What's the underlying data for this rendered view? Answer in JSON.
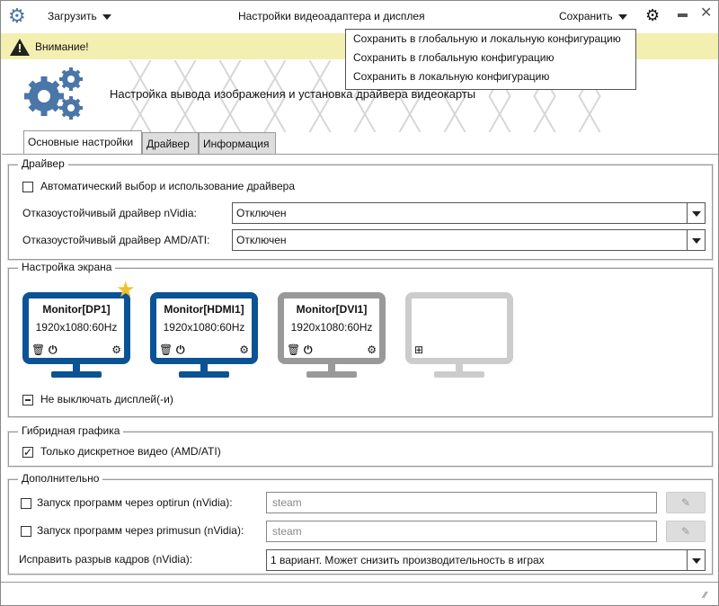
{
  "title": "Настройки видеоадаптера и дисплея",
  "load_label": "Загрузить",
  "save_label": "Сохранить",
  "save_menu": [
    "Сохранить в глобальную и локальную конфигурацию",
    "Сохранить в глобальную конфигурацию",
    "Сохранить в локальную конфигурацию"
  ],
  "warning": "Внимание!",
  "heading": "Настройка вывода изображения и установка драйвера видеокарты",
  "tabs": [
    "Основные настройки",
    "Драйвер",
    "Информация"
  ],
  "driver": {
    "legend": "Драйвер",
    "auto_label": "Автоматический выбор и использование драйвера",
    "auto_checked": false,
    "nvidia_label": "Отказоустойчивый драйвер nVidia:",
    "nvidia_value": "Отключен",
    "amd_label": "Отказоустойчивый драйвер AMD/ATI:",
    "amd_value": "Отключен"
  },
  "screen": {
    "legend": "Настройка экрана",
    "monitors": [
      {
        "name": "Monitor[DP1]",
        "mode": "1920x1080:60Hz",
        "state": "primary",
        "color": "#0b5394"
      },
      {
        "name": "Monitor[HDMI1]",
        "mode": "1920x1080:60Hz",
        "state": "active",
        "color": "#0b5394"
      },
      {
        "name": "Monitor[DVI1]",
        "mode": "1920x1080:60Hz",
        "state": "inactive",
        "color": "#999999"
      },
      {
        "name": "",
        "mode": "",
        "state": "add",
        "color": "#cccccc"
      }
    ],
    "keep_on_label": "Не выключать дисплей(-и)"
  },
  "hybrid": {
    "legend": "Гибридная графика",
    "discrete_label": "Только дискретное видео (AMD/ATI)",
    "discrete_checked": true
  },
  "extra": {
    "legend": "Дополнительно",
    "optirun_label": "Запуск программ через optirun (nVidia):",
    "optirun_placeholder": "steam",
    "primus_label": "Запуск программ через primusun (nVidia):",
    "primus_placeholder": "steam",
    "tearing_label": "Исправить разрыв кадров (nVidia):",
    "tearing_value": "1 вариант. Может снизить производительность в играх"
  },
  "colors": {
    "accent": "#4a76a8",
    "warning_bg": "#f3efb0",
    "star": "#f0c030"
  }
}
